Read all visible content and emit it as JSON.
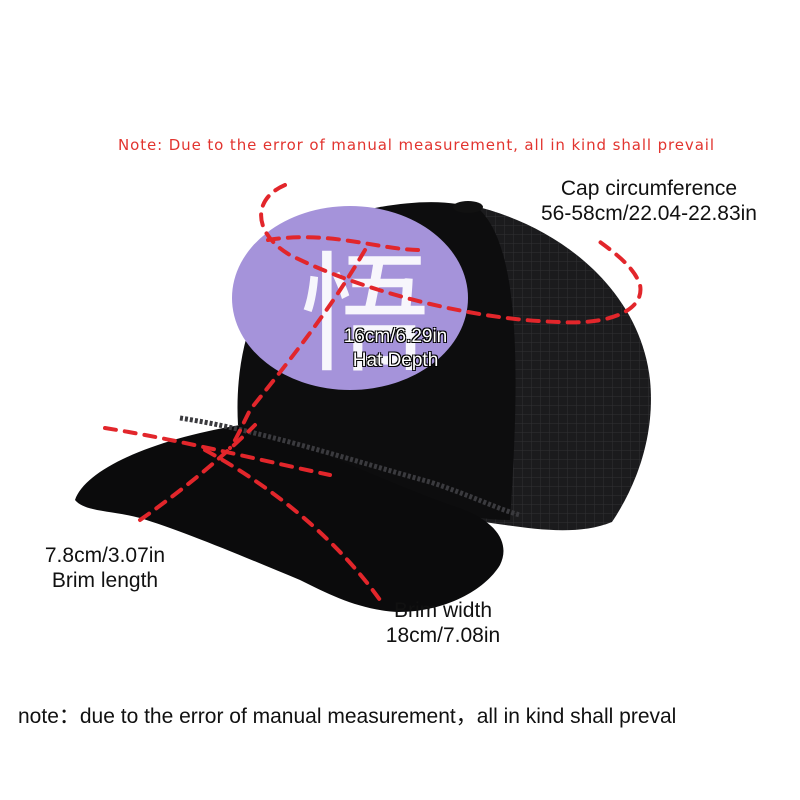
{
  "top_note": "Note: Due to the error of manual measurement, all in kind shall prevail",
  "labels": {
    "circumference_title": "Cap circumference",
    "circumference_value": "56-58cm/22.04-22.83in",
    "depth_value": "16cm/6.29in",
    "depth_title": "Hat Depth",
    "brim_length_value": "7.8cm/3.07in",
    "brim_length_title": "Brim length",
    "brim_width_title": "Brim width",
    "brim_width_value": "18cm/7.08in"
  },
  "bottom_note": "note：due to the error of manual measurement，all in kind shall preval",
  "colors": {
    "cap": "#0d0d0e",
    "mesh": "#1b1b1d",
    "patch": "#a593da",
    "measure_line": "#e2262b",
    "note_red": "#e2342f"
  },
  "patch_character": "悟"
}
